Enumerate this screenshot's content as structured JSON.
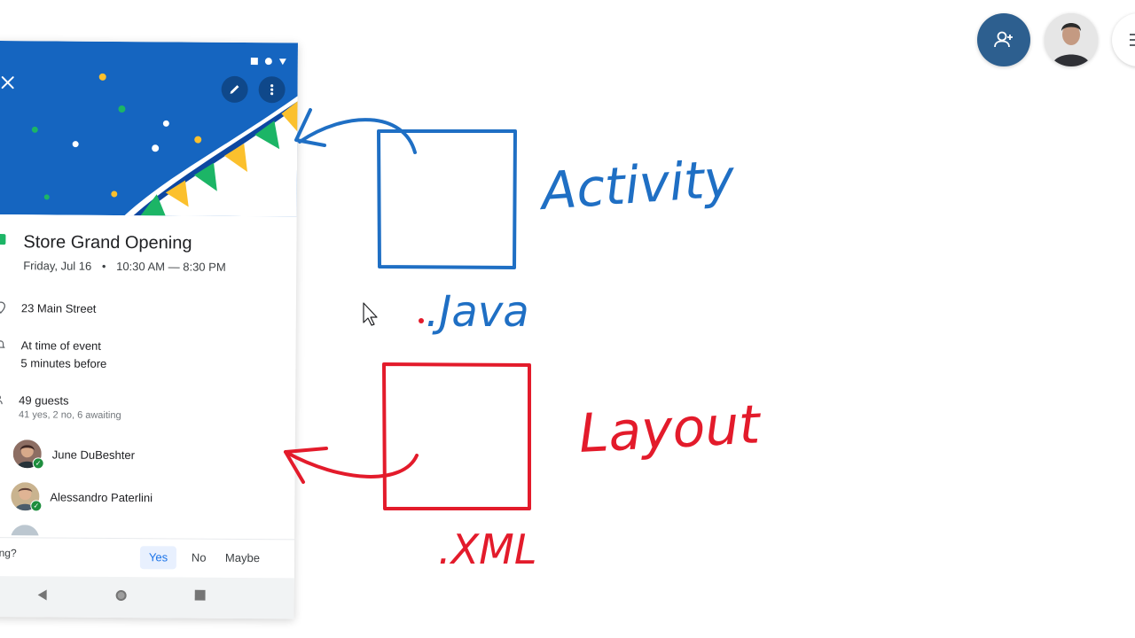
{
  "event": {
    "title": "Store Grand Opening",
    "date": "Friday, Jul 16",
    "separator": "•",
    "time": "10:30 AM — 8:30 PM",
    "location": "23 Main Street",
    "reminder_1": "At time of event",
    "reminder_2": "5 minutes before",
    "guest_count": "49 guests",
    "guest_summary": "41 yes, 2 no, 6 awaiting",
    "guests": [
      {
        "name": "June DuBeshter"
      },
      {
        "name": "Alessandro Paterlini"
      }
    ],
    "rsvp_question": "ing?",
    "rsvp_yes": "Yes",
    "rsvp_no": "No",
    "rsvp_maybe": "Maybe"
  },
  "annotations": {
    "activity_label": "Activity",
    "java_label": ".Java",
    "layout_label": "Layout",
    "xml_label": ".XML"
  },
  "icons": {
    "close": "close-icon",
    "edit": "pencil-icon",
    "more": "more-vert-icon",
    "location": "pin-icon",
    "reminder": "bell-icon",
    "guests": "people-icon",
    "add_person": "add-person-icon",
    "menu": "menu-icon"
  },
  "colors": {
    "banner_blue": "#1565c0",
    "sketch_blue": "#1f6fc4",
    "sketch_red": "#e31b2b",
    "accent_green": "#1cb566",
    "yes_blue": "#1a73e8"
  }
}
